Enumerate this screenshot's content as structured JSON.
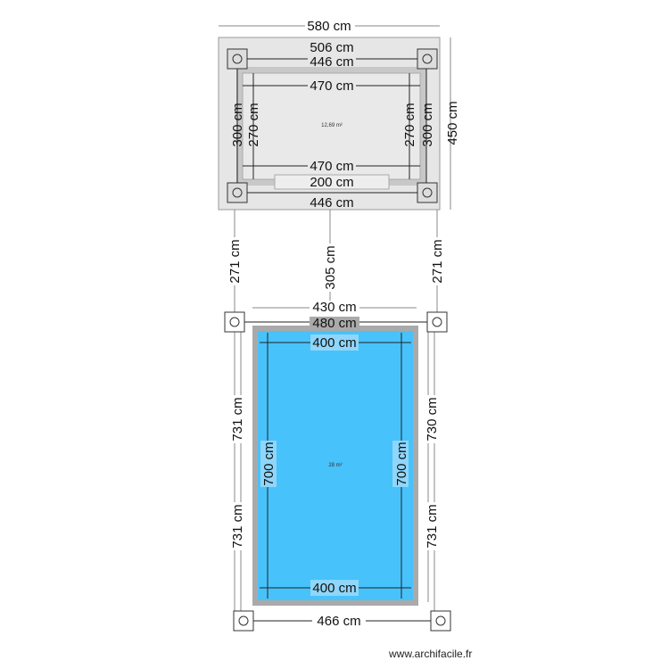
{
  "top_room": {
    "width_total": "580 cm",
    "height_total": "450 cm",
    "top_outer": "506 cm",
    "top_posts": "446 cm",
    "inner_top": "470 cm",
    "inner_bottom": "470 cm",
    "left_outer": "300 cm",
    "left_inner": "270 cm",
    "right_inner": "270 cm",
    "right_outer": "300 cm",
    "door": "200 cm",
    "bottom_posts": "446 cm",
    "area": "12,69 m²",
    "fill_color": "#e6e6e6"
  },
  "spacing": {
    "left": "271 cm",
    "center": "305 cm",
    "right": "271 cm"
  },
  "pool": {
    "outer_width": "430 cm",
    "posts_top": "480 cm",
    "inner_top": "400 cm",
    "inner_bottom": "400 cm",
    "left_inner": "700 cm",
    "right_inner": "700 cm",
    "left_outer_a": "731 cm",
    "left_outer_b": "731 cm",
    "right_outer_a": "730 cm",
    "right_outer_b": "731 cm",
    "posts_bottom": "466 cm",
    "area": "28 m²",
    "water_color": "#48c2fb"
  },
  "watermark": "www.archifacile.fr"
}
